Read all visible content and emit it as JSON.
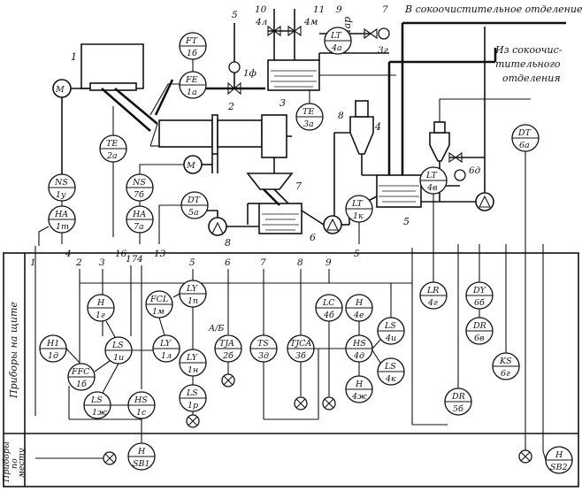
{
  "notes": {
    "to_washing": "В сокоочистительное отделение",
    "from_washing_1": "Из сокоочис-",
    "from_washing_2": "тительного",
    "from_washing_3": "отделения",
    "steam": "Пар"
  },
  "sections": {
    "panel": "Приборы на щите",
    "local": "Приборы по месту"
  },
  "equipment": [
    {
      "id": "eq-1",
      "label": "1"
    },
    {
      "id": "eq-2",
      "label": "2"
    },
    {
      "id": "eq-3",
      "label": "3"
    },
    {
      "id": "eq-4",
      "label": "4"
    },
    {
      "id": "eq-5",
      "label": "5"
    },
    {
      "id": "eq-6",
      "label": "6"
    },
    {
      "id": "eq-7",
      "label": "7"
    },
    {
      "id": "eq-8",
      "label": "8"
    }
  ],
  "field_instruments": [
    {
      "code": "FT",
      "pos": "1б"
    },
    {
      "code": "FE",
      "pos": "1а"
    },
    {
      "code": "LT",
      "pos": "4а"
    },
    {
      "code": "TE",
      "pos": "3а"
    },
    {
      "code": "TE",
      "pos": "2а"
    },
    {
      "code": "NS",
      "pos": "7б"
    },
    {
      "code": "HA",
      "pos": "7а"
    },
    {
      "code": "NS",
      "pos": "1у"
    },
    {
      "code": "HA",
      "pos": "1т"
    },
    {
      "code": "DT",
      "pos": "5а"
    },
    {
      "code": "LT",
      "pos": "1к"
    },
    {
      "code": "LT",
      "pos": "4в"
    },
    {
      "code": "DT",
      "pos": "6а"
    }
  ],
  "panel_instruments": [
    {
      "code": "H",
      "pos": "1г"
    },
    {
      "code": "H1",
      "pos": "1д"
    },
    {
      "code": "FFC",
      "pos": "1б"
    },
    {
      "code": "LS",
      "pos": "1и"
    },
    {
      "code": "LS",
      "pos": "1ж"
    },
    {
      "code": "HS",
      "pos": "1с"
    },
    {
      "code": "FCL",
      "pos": "1м"
    },
    {
      "code": "LY",
      "pos": "1п"
    },
    {
      "code": "LY",
      "pos": "1л"
    },
    {
      "code": "LY",
      "pos": "1н"
    },
    {
      "code": "LS",
      "pos": "1р"
    },
    {
      "code": "TJA",
      "pos": "2б"
    },
    {
      "code": "TS",
      "pos": "3д"
    },
    {
      "code": "TJCA",
      "pos": "3б"
    },
    {
      "code": "LC",
      "pos": "4б"
    },
    {
      "code": "H",
      "pos": "4е"
    },
    {
      "code": "HS",
      "pos": "4д"
    },
    {
      "code": "LS",
      "pos": "4и"
    },
    {
      "code": "LS",
      "pos": "4к"
    },
    {
      "code": "H",
      "pos": "4ж"
    },
    {
      "code": "LR",
      "pos": "4г"
    },
    {
      "code": "DY",
      "pos": "6б"
    },
    {
      "code": "DR",
      "pos": "6в"
    },
    {
      "code": "KS",
      "pos": "6г"
    },
    {
      "code": "DR",
      "pos": "5б"
    }
  ],
  "local_instruments": [
    {
      "code": "H",
      "pos": "SB1"
    },
    {
      "code": "H",
      "pos": "SB2"
    }
  ],
  "valve_labels": [
    "5",
    "10",
    "4л",
    "11",
    "4м",
    "9",
    "7",
    "3г",
    "1ф",
    "6д",
    "8"
  ],
  "line_numbers": [
    "1",
    "2",
    "3",
    "4",
    "5",
    "6",
    "7",
    "8",
    "9",
    "13",
    "16",
    "17",
    "4",
    "5"
  ],
  "signal_codes": {
    "ab": "А/Б"
  }
}
